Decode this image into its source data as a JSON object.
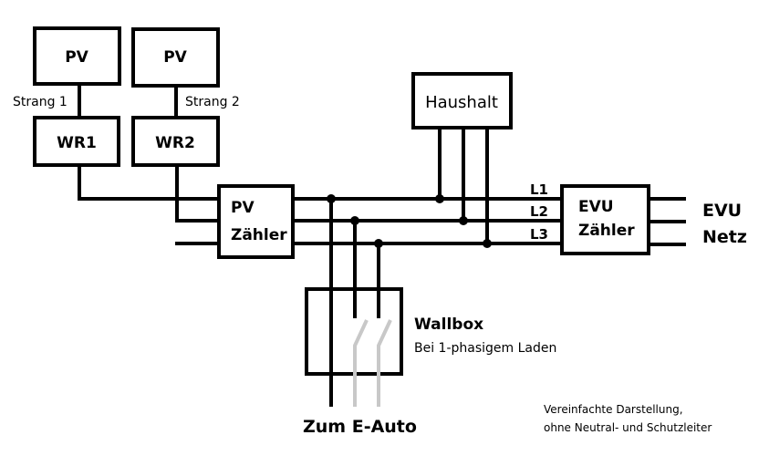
{
  "diagram": {
    "components": {
      "pv1": {
        "label": "PV"
      },
      "pv2": {
        "label": "PV"
      },
      "string1": {
        "label": "Strang 1"
      },
      "string2": {
        "label": "Strang 2"
      },
      "wr1": {
        "label": "WR1"
      },
      "wr2": {
        "label": "WR2"
      },
      "pv_meter": {
        "line1": "PV",
        "line2": "Zähler"
      },
      "household": {
        "label": "Haushalt"
      },
      "evu_meter": {
        "line1": "EVU",
        "line2": "Zähler"
      },
      "grid": {
        "line1": "EVU",
        "line2": "Netz"
      },
      "wallbox": {
        "title": "Wallbox",
        "subtitle": "Bei 1-phasigem Laden"
      },
      "car": {
        "label": "Zum E-Auto"
      }
    },
    "phases": [
      "L1",
      "L2",
      "L3"
    ],
    "note": {
      "line1": "Vereinfachte Darstellung,",
      "line2": "ohne Neutral- und Schutzleiter"
    },
    "colors": {
      "line": "#000000",
      "inactive_line": "#c8c8c8",
      "background": "#ffffff"
    }
  }
}
